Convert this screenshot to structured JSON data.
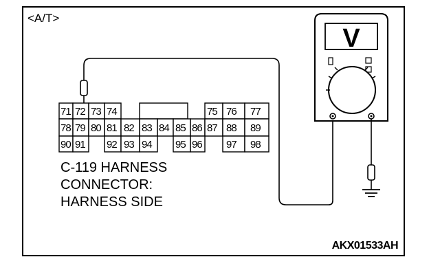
{
  "diagram": {
    "corner_label": "<A/T>",
    "code": "AKX01533AH",
    "connector_caption": [
      "C-119 HARNESS",
      "CONNECTOR:",
      "HARNESS SIDE"
    ],
    "meter_display_symbol": "V",
    "pins": {
      "row1": [
        "71",
        "72",
        "73",
        "74",
        "75",
        "76",
        "77"
      ],
      "row2": [
        "78",
        "79",
        "80",
        "81",
        "82",
        "83",
        "84",
        "85",
        "86",
        "87",
        "88",
        "89"
      ],
      "row3": [
        "90",
        "91",
        "92",
        "93",
        "94",
        "95",
        "96",
        "97",
        "98"
      ]
    },
    "probe_pin": "72"
  }
}
